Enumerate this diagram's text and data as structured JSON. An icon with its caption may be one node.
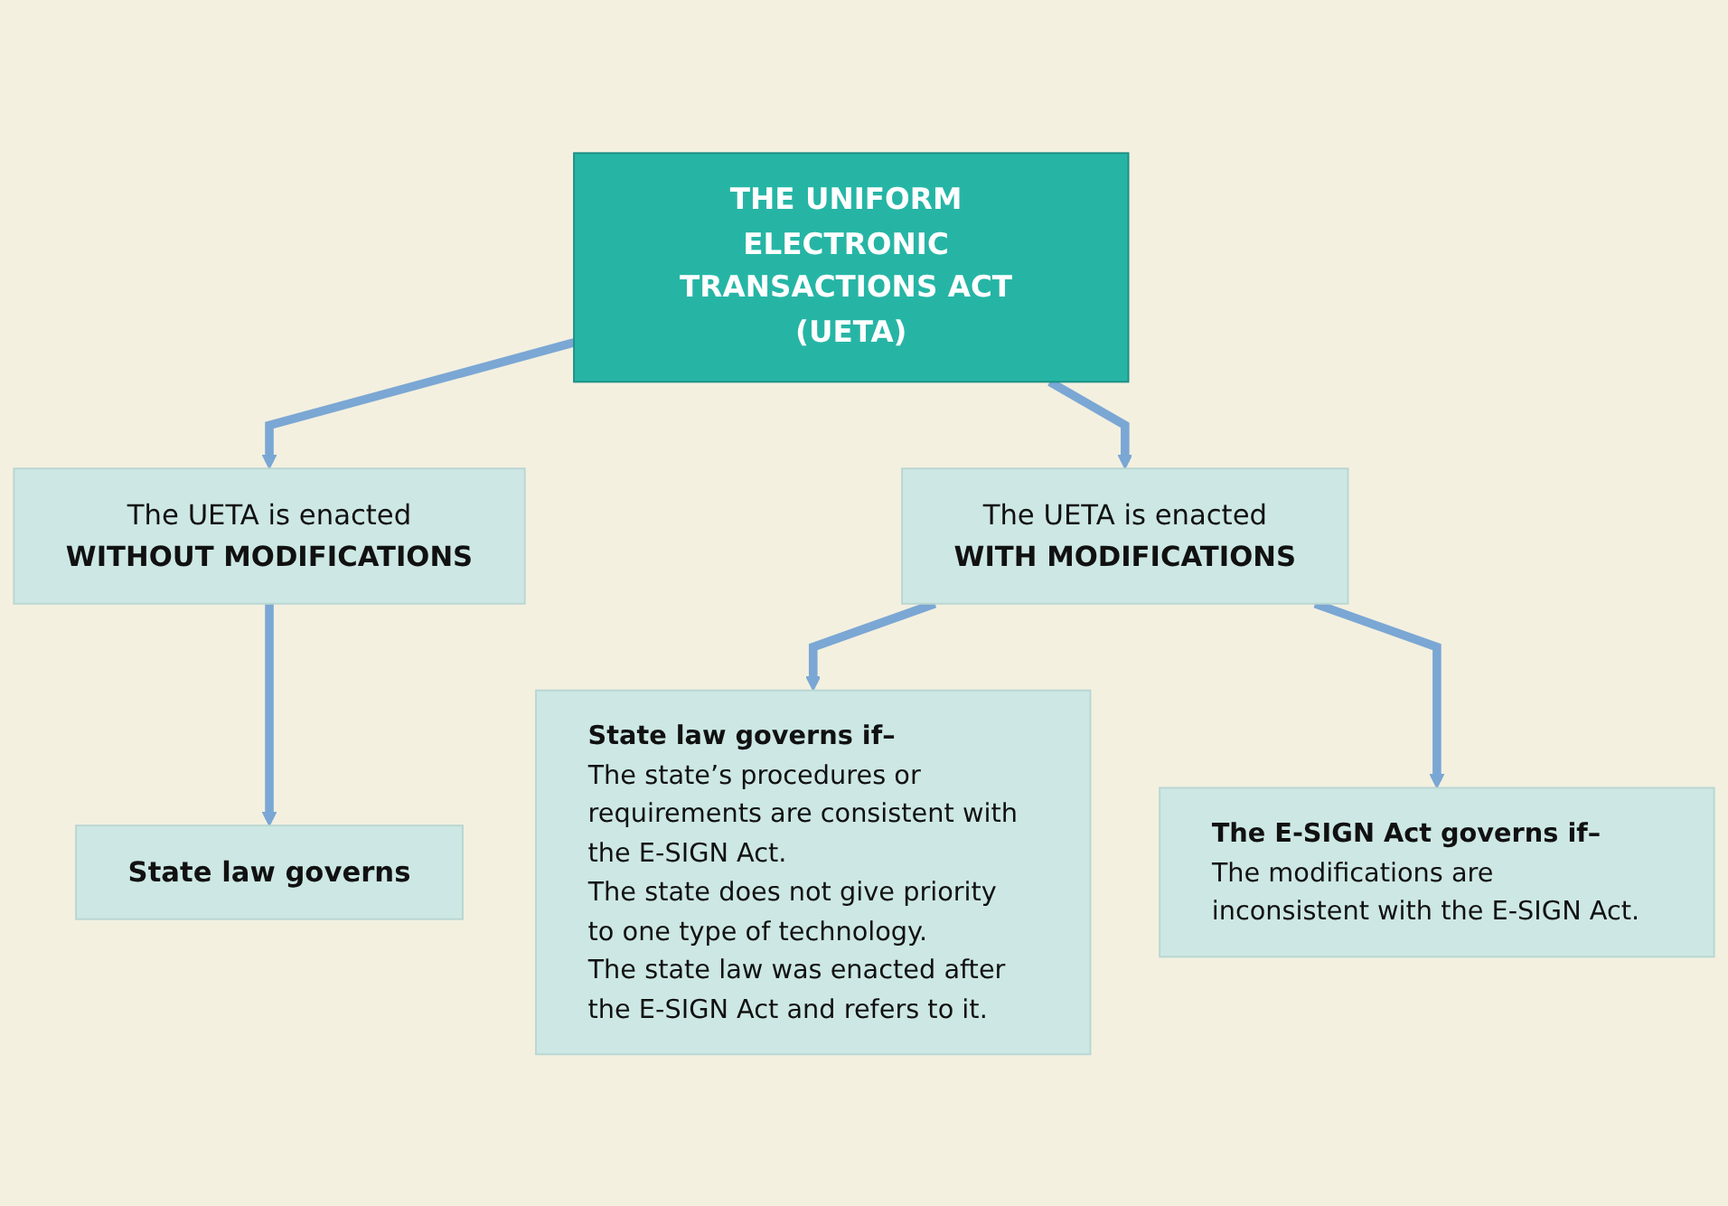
{
  "diagram": {
    "nodes": [
      {
        "text": [
          "THE UNIFORM ELECTRONIC TRANSACTIONS ACT (UETA)"
        ]
      },
      {
        "text": [
          "The UETA is enacted",
          "WITHOUT MODIFICATIONS"
        ]
      },
      {
        "text": [
          "The UETA is enacted",
          "WITH MODIFICATIONS"
        ]
      },
      {
        "text": [
          "State law governs"
        ]
      },
      {
        "text": [
          "State law governs if–",
          "The state’s procedures or requirements are consistent with the E-SIGN Act.",
          "The state does not give priority to one type of technology.",
          "The state law was enacted after the E-SIGN Act and refers to it."
        ]
      },
      {
        "text": [
          "The E-SIGN Act governs if–",
          "The modifications are inconsistent with the E-SIGN Act."
        ]
      }
    ],
    "edges": [
      {
        "from": 0,
        "to": 1,
        "arrow": "to"
      },
      {
        "from": 0,
        "to": 2,
        "arrow": "to"
      },
      {
        "from": 1,
        "to": 3,
        "arrow": "to"
      },
      {
        "from": 2,
        "to": 4,
        "arrow": "to"
      },
      {
        "from": 2,
        "to": 5,
        "arrow": "to"
      }
    ]
  }
}
